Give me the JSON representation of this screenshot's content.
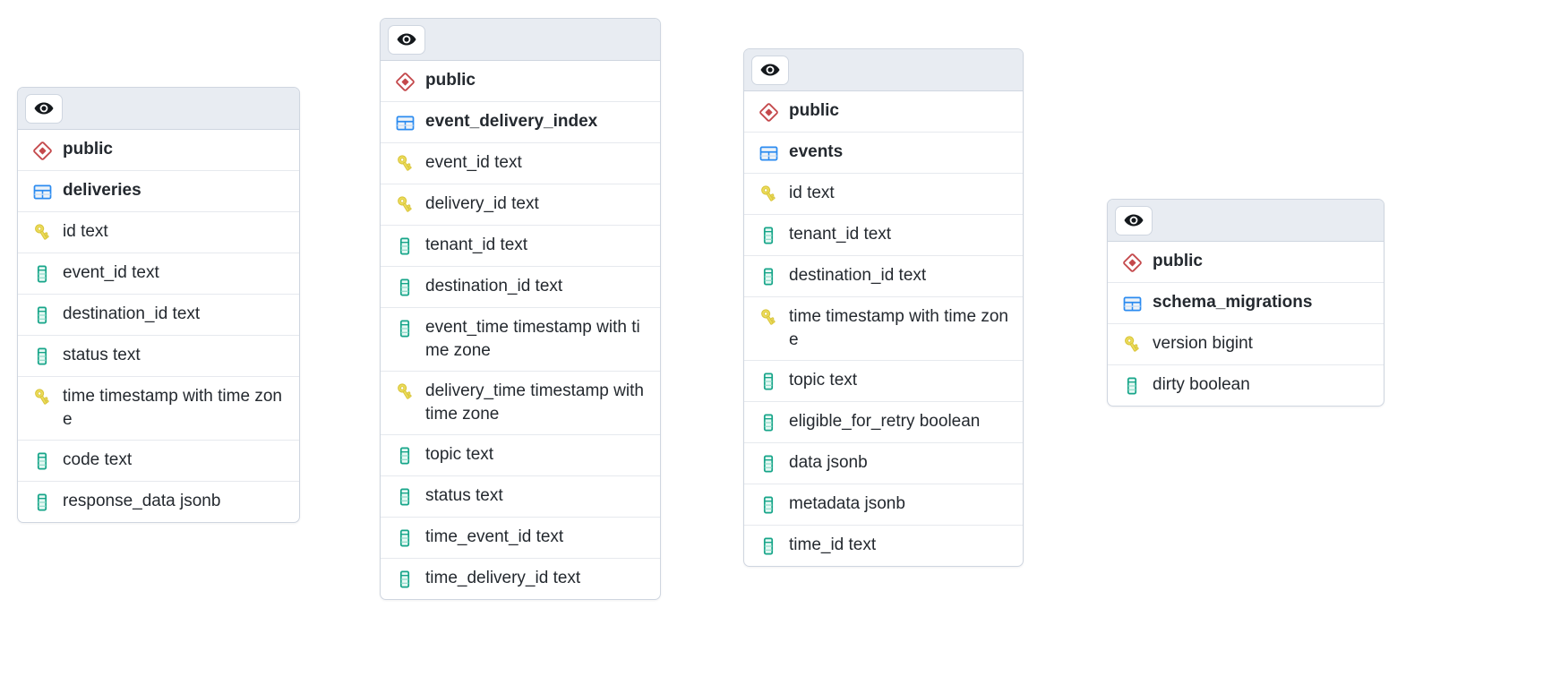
{
  "canvas": {
    "background": "#ffffff",
    "header_background": "#e8ecf2",
    "border_color": "#cfd6e0",
    "schema_icon_color": "#c4484b",
    "table_icon_color": "#2b8bf0",
    "key_icon_color": "#e8d44d",
    "column_icon_color": "#17a589"
  },
  "icons": {
    "eye": "eye-icon",
    "schema": "schema-diamond-icon",
    "table": "table-grid-icon",
    "primary_key": "key-icon",
    "column": "column-icon"
  },
  "nodes": [
    {
      "id": "deliveries",
      "toggle_label": "",
      "schema": "public",
      "table": "deliveries",
      "columns": [
        {
          "label": "id text",
          "icon": "primary_key"
        },
        {
          "label": "event_id text",
          "icon": "column"
        },
        {
          "label": "destination_id text",
          "icon": "column"
        },
        {
          "label": "status text",
          "icon": "column"
        },
        {
          "label": "time timestamp with time zone",
          "icon": "primary_key"
        },
        {
          "label": "code text",
          "icon": "column"
        },
        {
          "label": "response_data jsonb",
          "icon": "column"
        }
      ]
    },
    {
      "id": "event_delivery_index",
      "toggle_label": "",
      "schema": "public",
      "table": "event_delivery_index",
      "columns": [
        {
          "label": "event_id text",
          "icon": "primary_key"
        },
        {
          "label": "delivery_id text",
          "icon": "primary_key"
        },
        {
          "label": "tenant_id text",
          "icon": "column"
        },
        {
          "label": "destination_id text",
          "icon": "column"
        },
        {
          "label": "event_time timestamp with time zone",
          "icon": "column"
        },
        {
          "label": "delivery_time timestamp with time zone",
          "icon": "primary_key"
        },
        {
          "label": "topic text",
          "icon": "column"
        },
        {
          "label": "status text",
          "icon": "column"
        },
        {
          "label": "time_event_id text",
          "icon": "column"
        },
        {
          "label": "time_delivery_id text",
          "icon": "column"
        }
      ]
    },
    {
      "id": "events",
      "toggle_label": "",
      "schema": "public",
      "table": "events",
      "columns": [
        {
          "label": "id text",
          "icon": "primary_key"
        },
        {
          "label": "tenant_id text",
          "icon": "column"
        },
        {
          "label": "destination_id text",
          "icon": "column"
        },
        {
          "label": "time timestamp with time zone",
          "icon": "primary_key"
        },
        {
          "label": "topic text",
          "icon": "column"
        },
        {
          "label": "eligible_for_retry boolean",
          "icon": "column"
        },
        {
          "label": "data jsonb",
          "icon": "column"
        },
        {
          "label": "metadata jsonb",
          "icon": "column"
        },
        {
          "label": "time_id text",
          "icon": "column"
        }
      ]
    },
    {
      "id": "schema_migrations",
      "toggle_label": "",
      "schema": "public",
      "table": "schema_migrations",
      "columns": [
        {
          "label": "version bigint",
          "icon": "primary_key"
        },
        {
          "label": "dirty boolean",
          "icon": "column"
        }
      ]
    }
  ]
}
